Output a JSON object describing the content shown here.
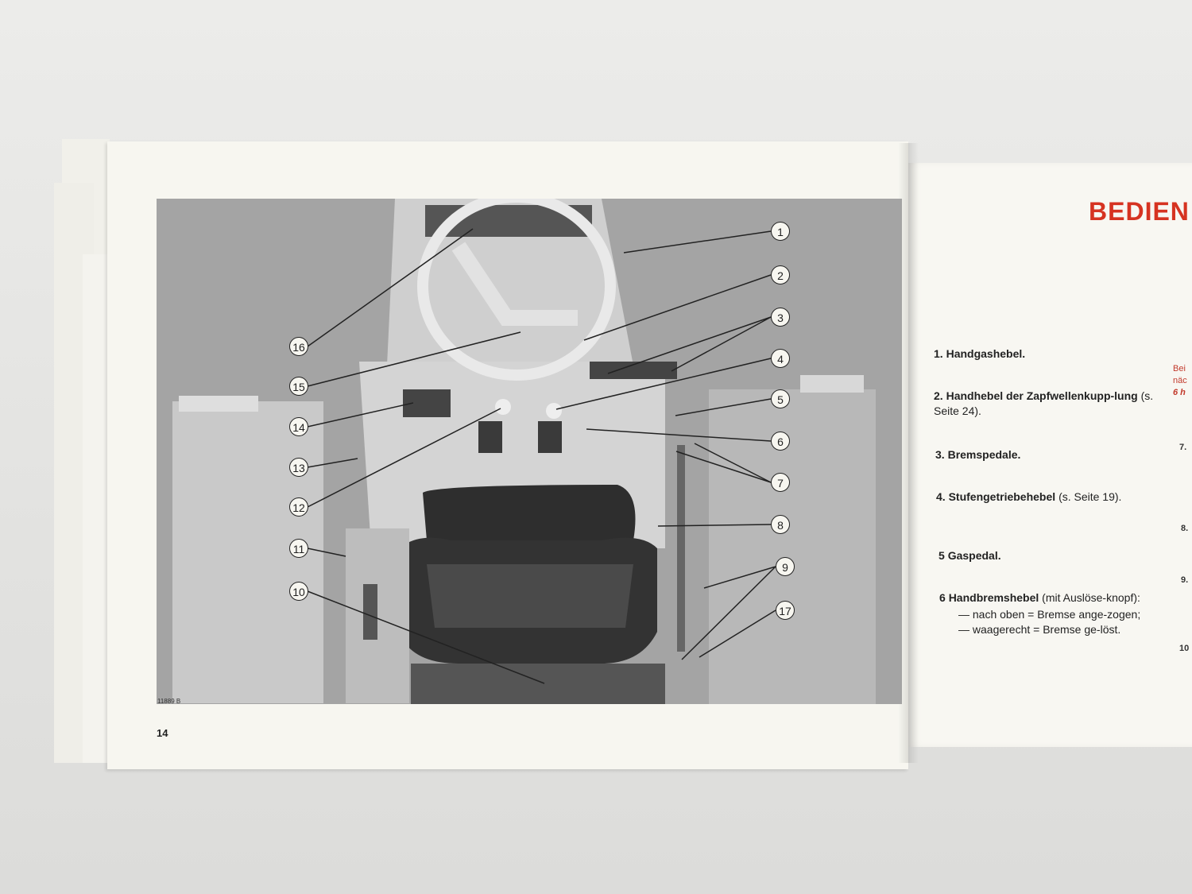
{
  "left_page": {
    "page_number": "14",
    "photo_code": "11889 B",
    "callouts": [
      "1",
      "2",
      "3",
      "4",
      "5",
      "6",
      "7",
      "8",
      "9",
      "10",
      "11",
      "12",
      "13",
      "14",
      "15",
      "16",
      "17"
    ]
  },
  "right_page": {
    "section_title": "BEDIEN",
    "items": [
      {
        "number": "1.",
        "title": "Handgashebel.",
        "text": ""
      },
      {
        "number": "2.",
        "title": "Handhebel der Zapfwellenkupp-lung",
        "text": "(s. Seite 24)."
      },
      {
        "number": "3.",
        "title": "Bremspedale.",
        "text": ""
      },
      {
        "number": "4.",
        "title": "Stufengetriebehebel",
        "text": "(s. Seite 19)."
      },
      {
        "number": "5",
        "title": "Gaspedal.",
        "text": ""
      },
      {
        "number": "6",
        "title": "Handbremshebel",
        "text": "(mit Auslöse-knopf):"
      }
    ],
    "item6_sub": [
      "— nach oben = Bremse ange-zogen;",
      "— waagerecht = Bremse ge-löst."
    ],
    "edge_text": [
      "Bei",
      "näc",
      "6 h"
    ],
    "edge_numbers": [
      "7.",
      "8.",
      "9.",
      "10"
    ]
  },
  "colors": {
    "accent": "#d63321",
    "paper": "#f7f6f0",
    "ink": "#222222"
  }
}
